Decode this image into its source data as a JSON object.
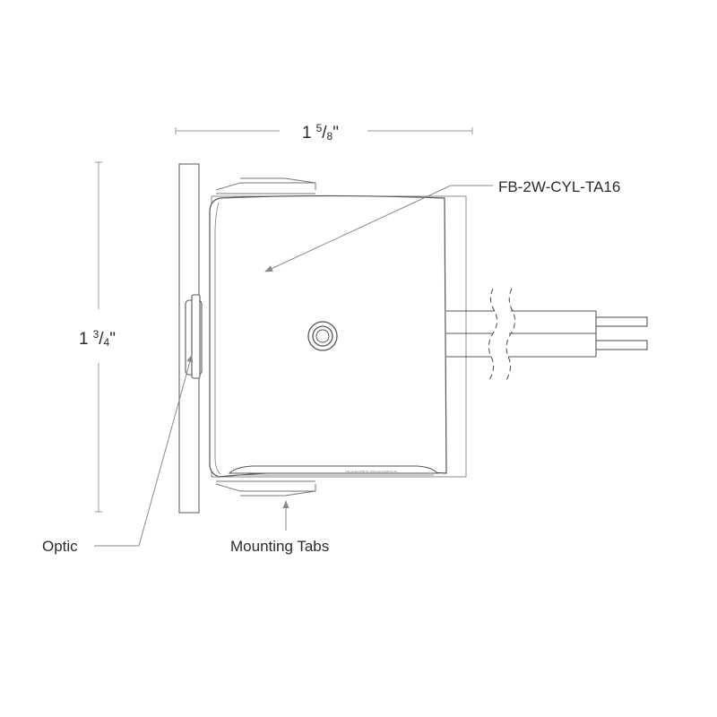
{
  "dimensions": {
    "width": {
      "whole": "1",
      "numerator": "5",
      "slash": "/",
      "denominator": "8",
      "unit": "\""
    },
    "height": {
      "whole": "1",
      "numerator": "3",
      "slash": "/",
      "denominator": "4",
      "unit": "\""
    }
  },
  "callouts": {
    "model": "FB-2W-CYL-TA16",
    "optic": "Optic",
    "mounting_tabs": "Mounting Tabs"
  },
  "label_strip_text": "The serial 12345 for 1234 and 12345 for 55"
}
